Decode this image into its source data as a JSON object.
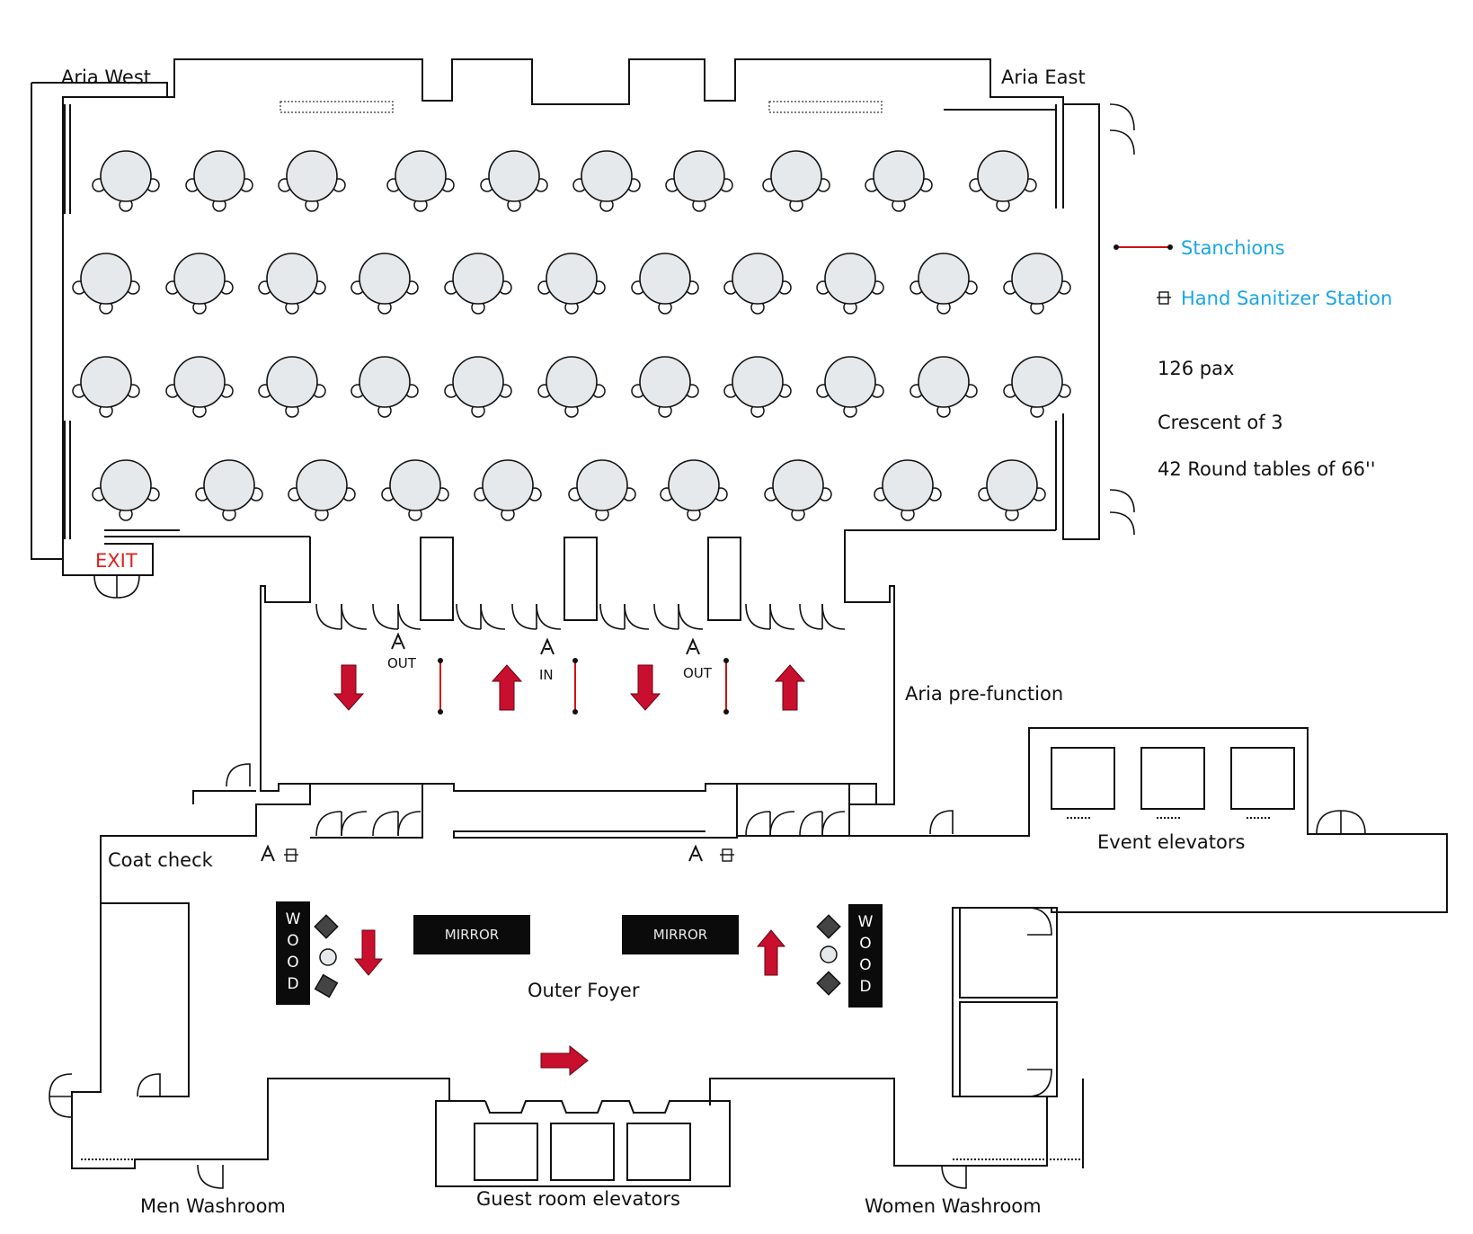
{
  "rooms": {
    "aria_west": "Aria West",
    "aria_east": "Aria East",
    "pre_function": "Aria pre-function",
    "coat_check": "Coat check",
    "event_elevators": "Event elevators",
    "outer_foyer": "Outer Foyer",
    "men_washroom": "Men Washroom",
    "guest_elevators": "Guest room elevators",
    "women_washroom": "Women Washroom"
  },
  "legend": {
    "stanchions": "Stanchions",
    "hand_sanitizer": "Hand Sanitizer Station",
    "pax": "126 pax",
    "crescent": "Crescent of 3",
    "tables": "42 Round tables of 66''"
  },
  "signs": {
    "exit": "EXIT",
    "out": "OUT",
    "in": "IN",
    "mirror": "MIRROR",
    "wood": [
      "W",
      "O",
      "O",
      "D"
    ]
  },
  "colors": {
    "arrow": "#c8102e",
    "stanchion": "#d01010",
    "table_fill": "#e6e9ec",
    "legend_text": "#1aa6e6",
    "exit_text": "#e0201a"
  },
  "icons": [
    "round-table-icon",
    "chair-icon",
    "arrow-down-icon",
    "arrow-up-icon",
    "arrow-right-icon",
    "a-frame-sign-icon",
    "hand-sanitizer-icon",
    "door-swing-icon",
    "stanchion-icon",
    "lounge-chair-icon",
    "side-table-icon"
  ]
}
